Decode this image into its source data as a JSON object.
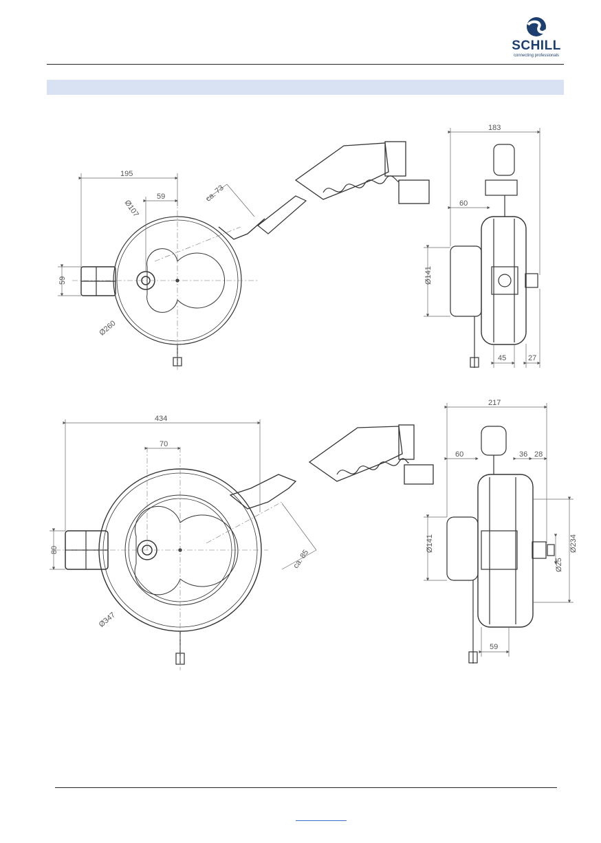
{
  "header": {
    "logo_text": "SCHILL",
    "logo_tagline": "connecting professionals"
  },
  "top_front_view": {
    "width_195": "195",
    "offset_59": "59",
    "hub_diameter": "Ø107",
    "plug_offset": "ca. 73",
    "bracket_height": "59",
    "drum_diameter": "Ø260"
  },
  "top_side_view": {
    "total_width": "183",
    "bracket_depth": "60",
    "drum_diameter": "Ø141",
    "depth_45": "45",
    "depth_27": "27"
  },
  "bottom_front_view": {
    "total_width": "434",
    "offset_70": "70",
    "bracket_height": "80",
    "plug_offset": "ca. 85",
    "drum_diameter": "Ø347"
  },
  "bottom_side_view": {
    "total_width": "217",
    "bracket_depth": "60",
    "depth_36": "36",
    "depth_28": "28",
    "drum_diameter": "Ø141",
    "hose_diameter": "Ø25",
    "outer_diameter": "Ø234",
    "depth_59": "59"
  }
}
